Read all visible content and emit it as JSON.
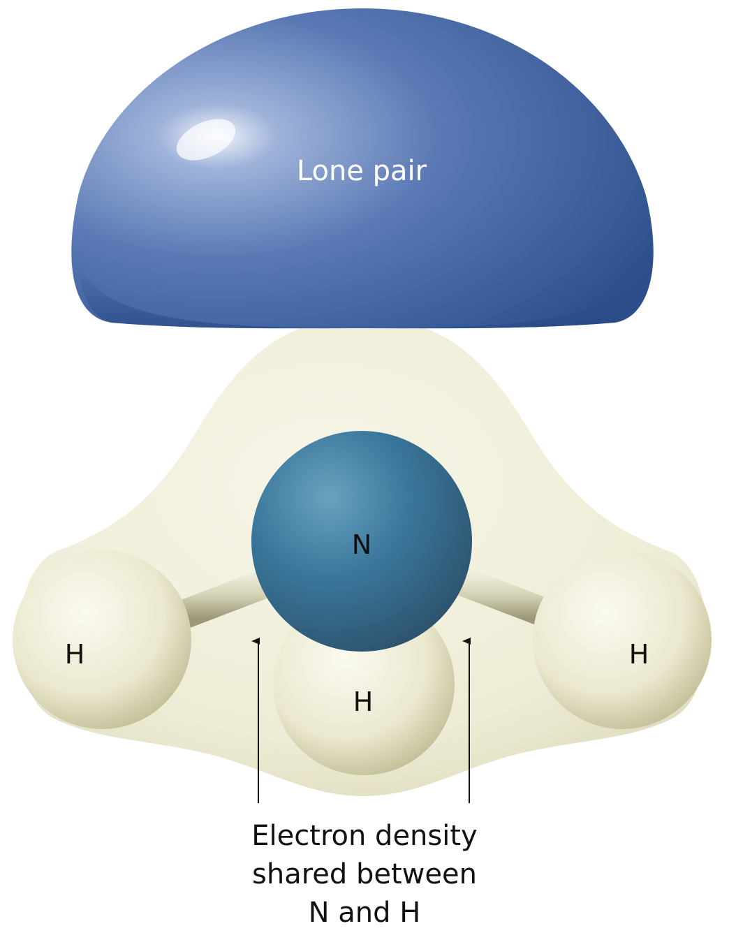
{
  "labels": {
    "lone_pair": "Lone pair",
    "nitrogen": "N",
    "hydrogen_left": "H",
    "hydrogen_bottom": "H",
    "hydrogen_right": "H"
  },
  "caption": {
    "line1": "Electron density",
    "line2": "shared between",
    "line3": "N and H"
  },
  "colors": {
    "lone_pair": "#4a69a8",
    "electron_density": "#eeecd6",
    "nitrogen": "#3a779c",
    "hydrogen": "#ebe8cf"
  }
}
